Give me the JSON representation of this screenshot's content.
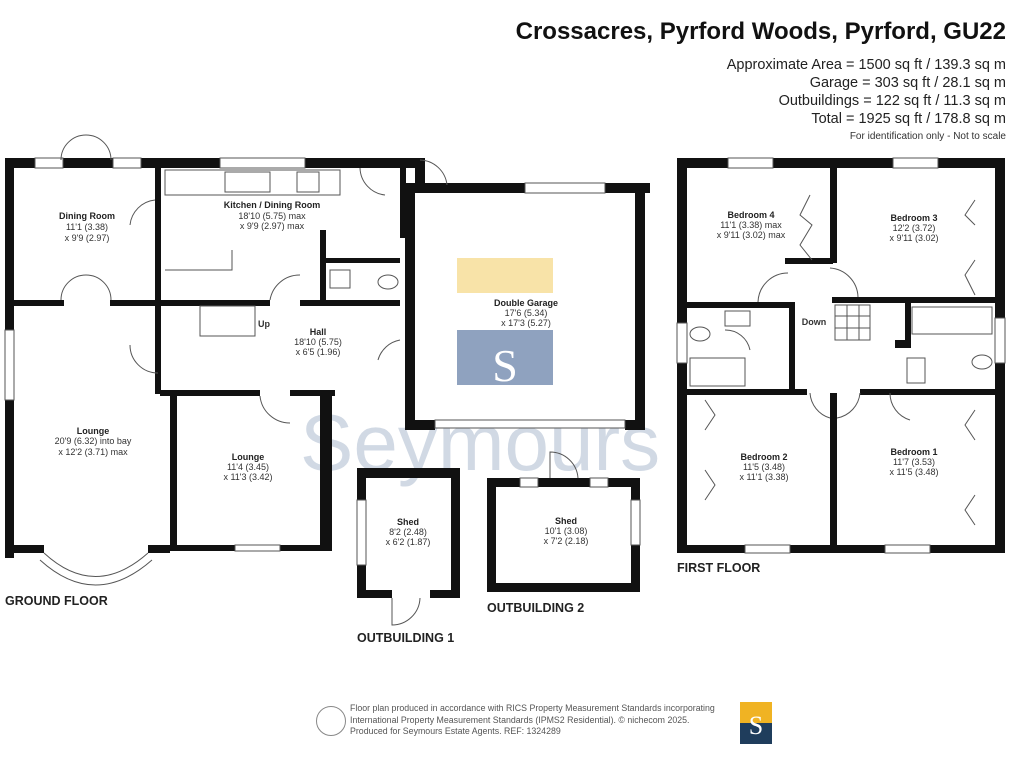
{
  "header": {
    "title": "Crossacres, Pyrford Woods, Pyrford, GU22",
    "areas": [
      "Approximate Area = 1500 sq ft / 139.3 sq m",
      "Garage = 303 sq ft / 28.1 sq m",
      "Outbuildings = 122 sq ft / 11.3 sq m",
      "Total = 1925 sq ft / 178.8 sq m"
    ],
    "note": "For identification only - Not to scale"
  },
  "ground_floor": {
    "label": "GROUND FLOOR",
    "rooms": {
      "dining": {
        "name": "Dining Room",
        "d1": "11'1 (3.38)",
        "d2": "x 9'9 (2.97)"
      },
      "kitchen": {
        "name": "Kitchen / Dining Room",
        "d1": "18'10 (5.75) max",
        "d2": "x 9'9 (2.97) max"
      },
      "hall": {
        "name": "Hall",
        "d1": "18'10 (5.75)",
        "d2": "x 6'5 (1.96)"
      },
      "lounge_main": {
        "name": "Lounge",
        "d1": "20'9 (6.32) into bay",
        "d2": "x 12'2 (3.71) max"
      },
      "lounge_small": {
        "name": "Lounge",
        "d1": "11'4 (3.45)",
        "d2": "x 11'3 (3.42)"
      },
      "garage": {
        "name": "Double Garage",
        "d1": "17'6 (5.34)",
        "d2": "x 17'3 (5.27)"
      }
    },
    "stairs_label": "Up"
  },
  "outbuilding1": {
    "label": "OUTBUILDING 1",
    "name": "Shed",
    "d1": "8'2 (2.48)",
    "d2": "x 6'2 (1.87)"
  },
  "outbuilding2": {
    "label": "OUTBUILDING 2",
    "name": "Shed",
    "d1": "10'1 (3.08)",
    "d2": "x 7'2 (2.18)"
  },
  "first_floor": {
    "label": "FIRST FLOOR",
    "rooms": {
      "bed4": {
        "name": "Bedroom 4",
        "d1": "11'1 (3.38) max",
        "d2": "x 9'11 (3.02) max"
      },
      "bed3": {
        "name": "Bedroom 3",
        "d1": "12'2 (3.72)",
        "d2": "x 9'11 (3.02)"
      },
      "bed2": {
        "name": "Bedroom 2",
        "d1": "11'5 (3.48)",
        "d2": "x 11'1 (3.38)"
      },
      "bed1": {
        "name": "Bedroom 1",
        "d1": "11'7 (3.53)",
        "d2": "x 11'5 (3.48)"
      }
    },
    "stairs_label": "Down"
  },
  "watermark": {
    "text": "Seymours",
    "logo_letter": "S"
  },
  "footer": {
    "lines": [
      "Floor plan produced in accordance with RICS Property Measurement Standards incorporating",
      "International Property Measurement Standards (IPMS2 Residential).   © nichecom 2025.",
      "Produced for Seymours Estate Agents.   REF:  1324289"
    ],
    "logo_letter": "S"
  },
  "colors": {
    "brand_yellow": "#f0b323",
    "brand_navy": "#1f3d5c",
    "watermark": "#c6d0de"
  }
}
